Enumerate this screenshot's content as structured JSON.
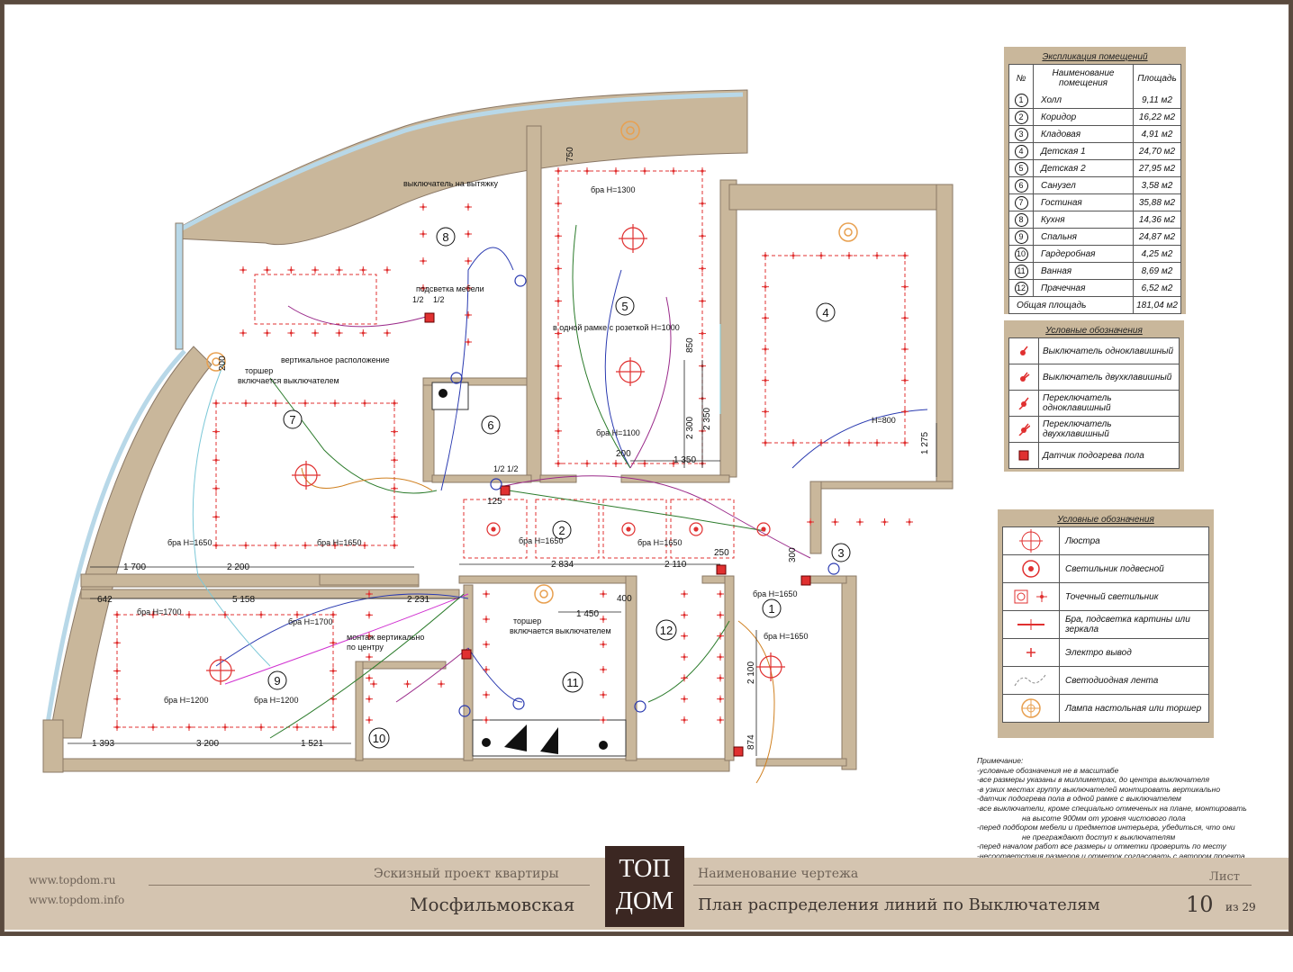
{
  "explication": {
    "title": "Экспликация помещений",
    "headers": {
      "num": "№",
      "name": "Наименование помещения",
      "area": "Площадь"
    },
    "rooms": [
      {
        "num": "1",
        "name": "Холл",
        "area": "9,11 м2"
      },
      {
        "num": "2",
        "name": "Коридор",
        "area": "16,22 м2"
      },
      {
        "num": "3",
        "name": "Кладовая",
        "area": "4,91 м2"
      },
      {
        "num": "4",
        "name": "Детская 1",
        "area": "24,70 м2"
      },
      {
        "num": "5",
        "name": "Детская 2",
        "area": "27,95 м2"
      },
      {
        "num": "6",
        "name": "Санузел",
        "area": "3,58 м2"
      },
      {
        "num": "7",
        "name": "Гостиная",
        "area": "35,88 м2"
      },
      {
        "num": "8",
        "name": "Кухня",
        "area": "14,36 м2"
      },
      {
        "num": "9",
        "name": "Спальня",
        "area": "24,87 м2"
      },
      {
        "num": "10",
        "name": "Гардеробная",
        "area": "4,25 м2"
      },
      {
        "num": "11",
        "name": "Ванная",
        "area": "8,69 м2"
      },
      {
        "num": "12",
        "name": "Прачечная",
        "area": "6,52 м2"
      }
    ],
    "total_label": "Общая площадь",
    "total_area": "181,04 м2"
  },
  "legend_switches": {
    "title": "Условные обозначения",
    "items": [
      {
        "icon": "single-switch-icon",
        "label": "Выключатель одноклавишный"
      },
      {
        "icon": "double-switch-icon",
        "label": "Выключатель двухклавишный"
      },
      {
        "icon": "single-toggle-switch-icon",
        "label": "Переключатель одноклавишный"
      },
      {
        "icon": "double-toggle-switch-icon",
        "label": "Переключатель двухклавишный"
      },
      {
        "icon": "floor-heating-sensor-icon",
        "label": "Датчик подогрева пола"
      }
    ]
  },
  "legend_lights": {
    "title": "Условные обозначения",
    "items": [
      {
        "icon": "chandelier-icon",
        "label": "Люстра"
      },
      {
        "icon": "pendant-light-icon",
        "label": "Светильник подвесной"
      },
      {
        "icon": "spot-light-icon",
        "label": "Точечный светильник"
      },
      {
        "icon": "sconce-icon",
        "label": "Бра, подсветка картины или зеркала"
      },
      {
        "icon": "electric-outlet-icon",
        "label": "Электро вывод"
      },
      {
        "icon": "led-strip-icon",
        "label": "Светодиодная лента"
      },
      {
        "icon": "floor-lamp-icon",
        "label": "Лампа настольная или торшер"
      }
    ]
  },
  "notes": {
    "title": "Примечание:",
    "lines": [
      "-условные обозначения не в масштабе",
      "-все размеры указаны в миллиметрах, до центра выключателя",
      "-в узких местах группу выключателей монтировать вертикально",
      "-датчик подогрева пола в одной рамке с выключателем",
      "-все выключатели, кроме специально отмеченых на плане, монтировать",
      "на высоте 900мм от уровня чистового пола",
      "-перед подбором мебели и предметов интерьера, убедиться, что они",
      "не преграждают доступ к выключателям",
      "-перед началом работ все размеры и отметки проверить по месту",
      "-несоответствия размеров и отметок согласовать с автором проекта"
    ]
  },
  "plan_labels": {
    "room_numbers": [
      "1",
      "2",
      "3",
      "4",
      "5",
      "6",
      "7",
      "8",
      "9",
      "10",
      "11",
      "12"
    ],
    "annotations": {
      "hood_switch": "выключатель на вытяжку",
      "furniture_light": "подсветка мебели",
      "half1": "1/2",
      "half2": "1/2",
      "vertical": "вертикальное расположение",
      "torsher_1": "торшер",
      "torsher_1b": "включается выключателем",
      "torsher_2": "торшер",
      "torsher_2b": "включается выключателем",
      "sconce_1300": "бра H=1300",
      "one_frame": "в одной рамке с розеткой  H=1000",
      "h1100": "бра H=1100",
      "h800": "H=800",
      "sconce_1650_a": "бра H=1650",
      "sconce_1650_b": "бра H=1650",
      "sconce_1650_c": "бра H=1650",
      "sconce_1650_d": "бра H=1650",
      "sconce_1650_e": "бра H=1650",
      "sconce_1650_f": "бра H=1650",
      "sconce_1700_a": "бра H=1700",
      "sconce_1700_b": "бра H=1700",
      "sconce_1200_a": "бра H=1200",
      "sconce_1200_b": "бра H=1200",
      "mount_vertical": "монтаж вертикально",
      "mount_center": "по центру",
      "halves": "1/2 1/2"
    },
    "dimensions": {
      "d750": "750",
      "d200a": "200",
      "d850": "850",
      "d2300": "2 300",
      "d2350": "2 350",
      "d200b": "200",
      "d1350": "1 350",
      "d1275": "1 275",
      "d125": "125",
      "d1700": "1 700",
      "d2200": "2 200",
      "d2834": "2 834",
      "d2110": "2 110",
      "d250": "250",
      "d300": "300",
      "d642": "642",
      "d5158": "5 158",
      "d2231": "2 231",
      "d400": "400",
      "d1450": "1 450",
      "d2100": "2 100",
      "d1393": "1 393",
      "d3200": "3 200",
      "d1521": "1 521",
      "d874": "874"
    }
  },
  "footer": {
    "site1": "www.topdom.ru",
    "site2": "www.topdom.info",
    "project_type": "Эскизный проект квартиры",
    "project_name": "Мосфильмовская",
    "logo_line1": "ТОП",
    "logo_line2": "ДОМ",
    "drawing_label": "Наименование чертежа",
    "drawing_name": "План распределения линий по Выключателям",
    "sheet_label": "Лист",
    "sheet_num": "10",
    "sheet_of": "из 29"
  },
  "colors": {
    "wall": "#c9b79b",
    "wall_dark": "#8a7866",
    "lamp": "#e03030",
    "window": "#b8d8e8",
    "footer_bg": "#d4c4b0",
    "logo_bg": "#3b2722"
  }
}
